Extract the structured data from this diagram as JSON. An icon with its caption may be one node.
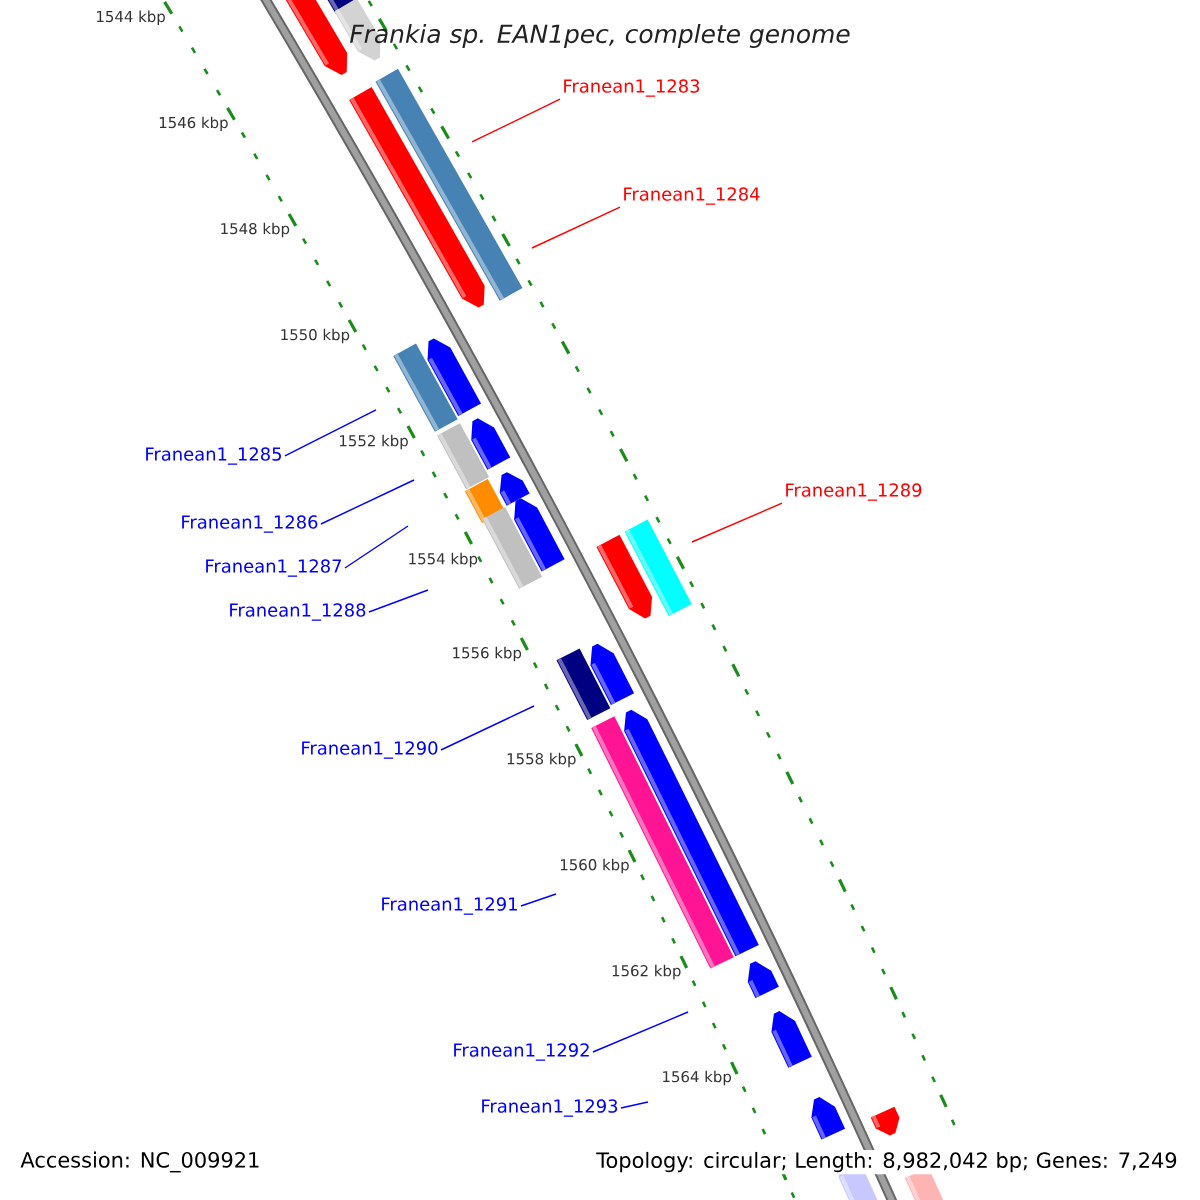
{
  "diagram": {
    "title": "Frankia sp. EAN1pec, complete genome",
    "nodes": [
      {
        "text": [
          "Franean1_1283"
        ]
      },
      {
        "text": [
          "Franean1_1284"
        ]
      },
      {
        "text": [
          "Franean1_1285"
        ]
      },
      {
        "text": [
          "Franean1_1289"
        ]
      },
      {
        "text": [
          "Franean1_1286"
        ]
      },
      {
        "text": [
          "Franean1_1287"
        ]
      },
      {
        "text": [
          "Franean1_1288"
        ]
      },
      {
        "text": [
          "Franean1_1290"
        ]
      },
      {
        "text": [
          "Franean1_1291"
        ]
      },
      {
        "text": [
          "Franean1_1292"
        ]
      },
      {
        "text": [
          "Franean1_1293"
        ]
      }
    ],
    "edges": [
      {
        "from": 0,
        "to": null,
        "arrow": "none",
        "color": "#ff0000"
      },
      {
        "from": 1,
        "to": null,
        "arrow": "none",
        "color": "#ff0000"
      },
      {
        "from": 2,
        "to": null,
        "arrow": "none"
      },
      {
        "from": 3,
        "to": null,
        "arrow": "none",
        "color": "#ff0000"
      },
      {
        "from": 4,
        "to": null,
        "arrow": "none"
      },
      {
        "from": 5,
        "to": null,
        "arrow": "none"
      },
      {
        "from": 6,
        "to": null,
        "arrow": "none"
      },
      {
        "from": 7,
        "to": null,
        "arrow": "none"
      },
      {
        "from": 8,
        "to": null,
        "arrow": "none"
      },
      {
        "from": 9,
        "to": null,
        "arrow": "none"
      },
      {
        "from": 10,
        "to": null,
        "arrow": "none"
      }
    ],
    "labels": [
      "1544 kbp",
      "1546 kbp",
      "1548 kbp",
      "1550 kbp",
      "1552 kbp",
      "1554 kbp",
      "1556 kbp",
      "1558 kbp",
      "1560 kbp",
      "1562 kbp",
      "1564 kbp",
      "Accession: NC_009921",
      "Topology: circular; Length: 8,982,042 bp; Genes: 7,249"
    ]
  }
}
